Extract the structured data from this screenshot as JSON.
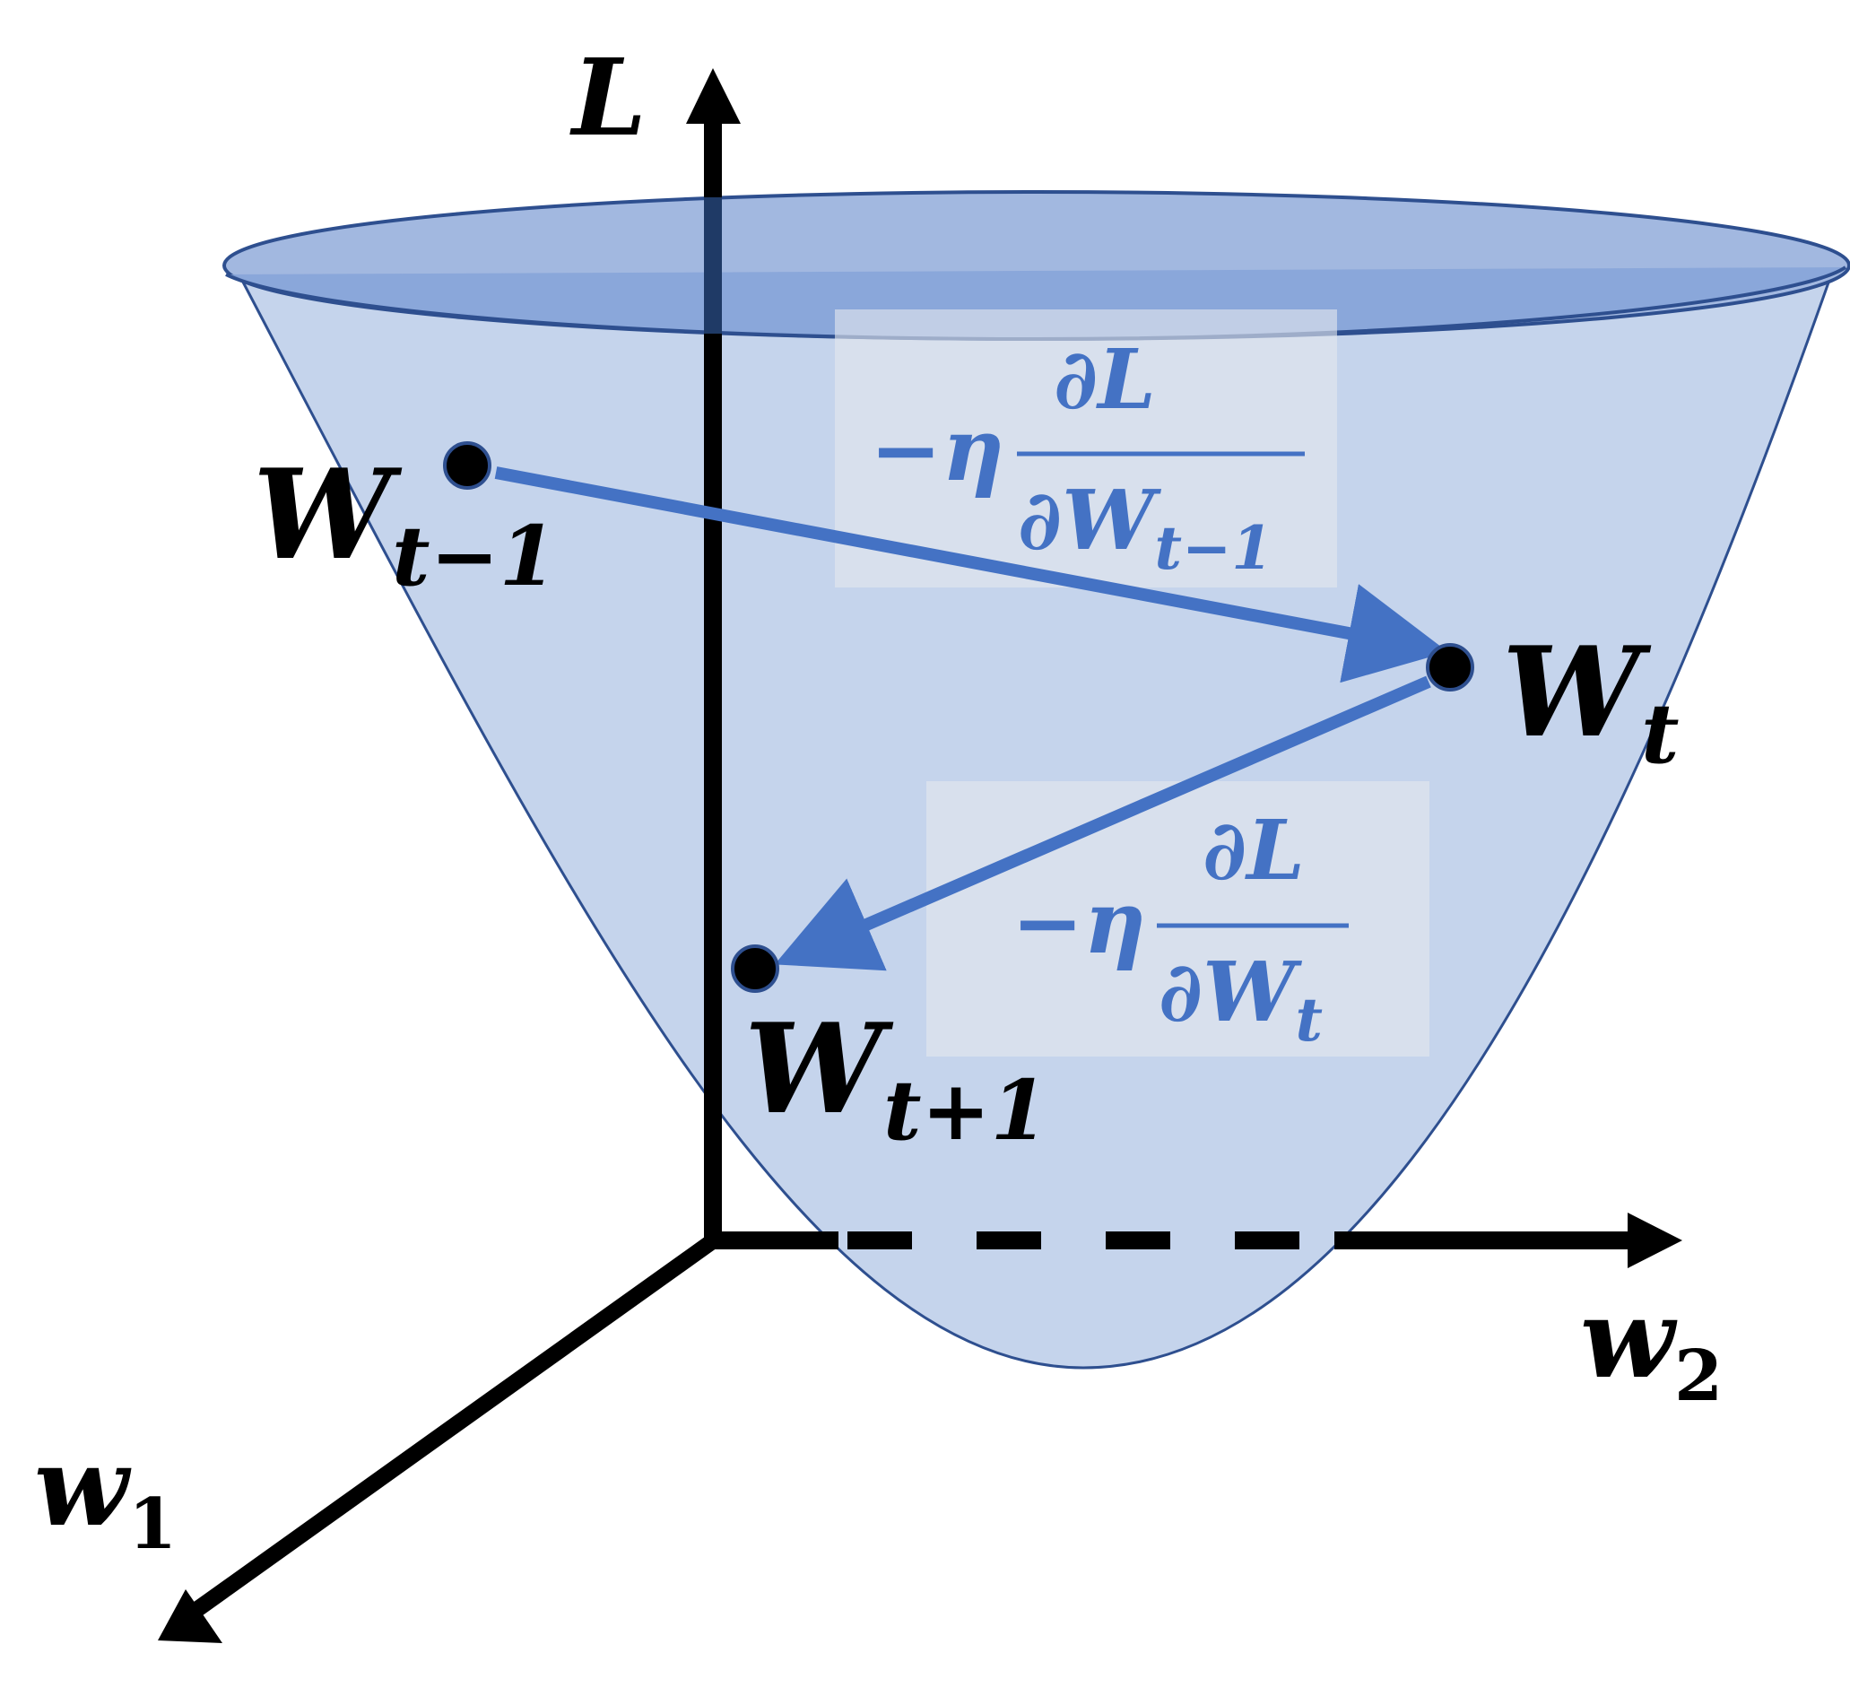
{
  "colors": {
    "bowl_fill": "#c5d4ec",
    "bowl_stroke": "#2e4f8f",
    "rim_fill": "#a2b8e0",
    "rim_band": "#86a3d8",
    "step_arrow": "#4472c4",
    "equation_text": "#4472c4",
    "label_box": "#e1e4ec",
    "axis": "#000000"
  },
  "axes": {
    "vertical": "L",
    "horizontal": "w",
    "horizontal_sub": "2",
    "depth": "w",
    "depth_sub": "1"
  },
  "points": {
    "prev": {
      "base": "W",
      "sub": "t−1"
    },
    "curr": {
      "base": "W",
      "sub": "t"
    },
    "next": {
      "base": "W",
      "sub": "t+1"
    }
  },
  "steps": {
    "first": {
      "prefix": "−η",
      "numerator": "∂L",
      "denominator_base": "∂W",
      "denominator_sub": "t−1"
    },
    "second": {
      "prefix": "−η",
      "numerator": "∂L",
      "denominator_base": "∂W",
      "denominator_sub": "t"
    }
  }
}
